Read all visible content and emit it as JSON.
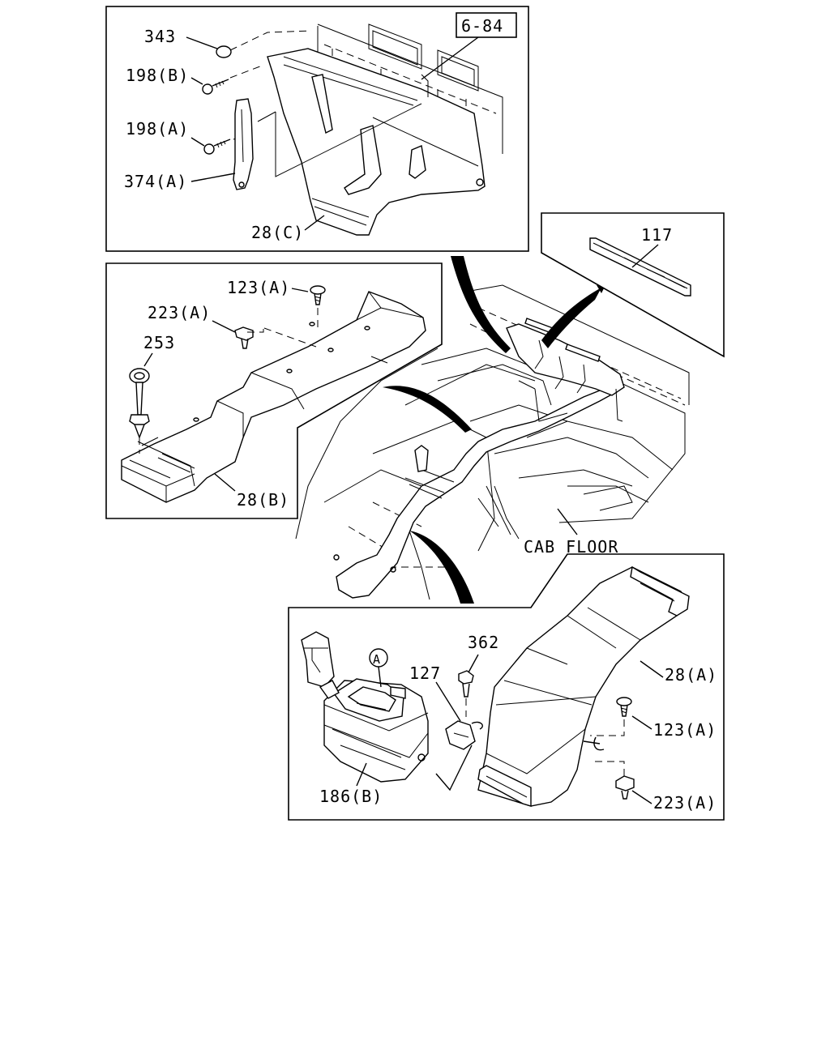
{
  "colors": {
    "line": "#000000",
    "background": "#ffffff"
  },
  "ref_box": "6-84",
  "callouts": {
    "p343": "343",
    "p198b": "198(B)",
    "p198a": "198(A)",
    "p374a": "374(A)",
    "p28c": "28(C)",
    "p117": "117",
    "p123a_top": "123(A)",
    "p223a_top": "223(A)",
    "p253": "253",
    "p28b": "28(B)",
    "cab_floor": "CAB FLOOR",
    "circle_a": "A",
    "p362": "362",
    "p127": "127",
    "p28a": "28(A)",
    "p123a_bot": "123(A)",
    "p223a_bot": "223(A)",
    "p186b": "186(B)"
  }
}
